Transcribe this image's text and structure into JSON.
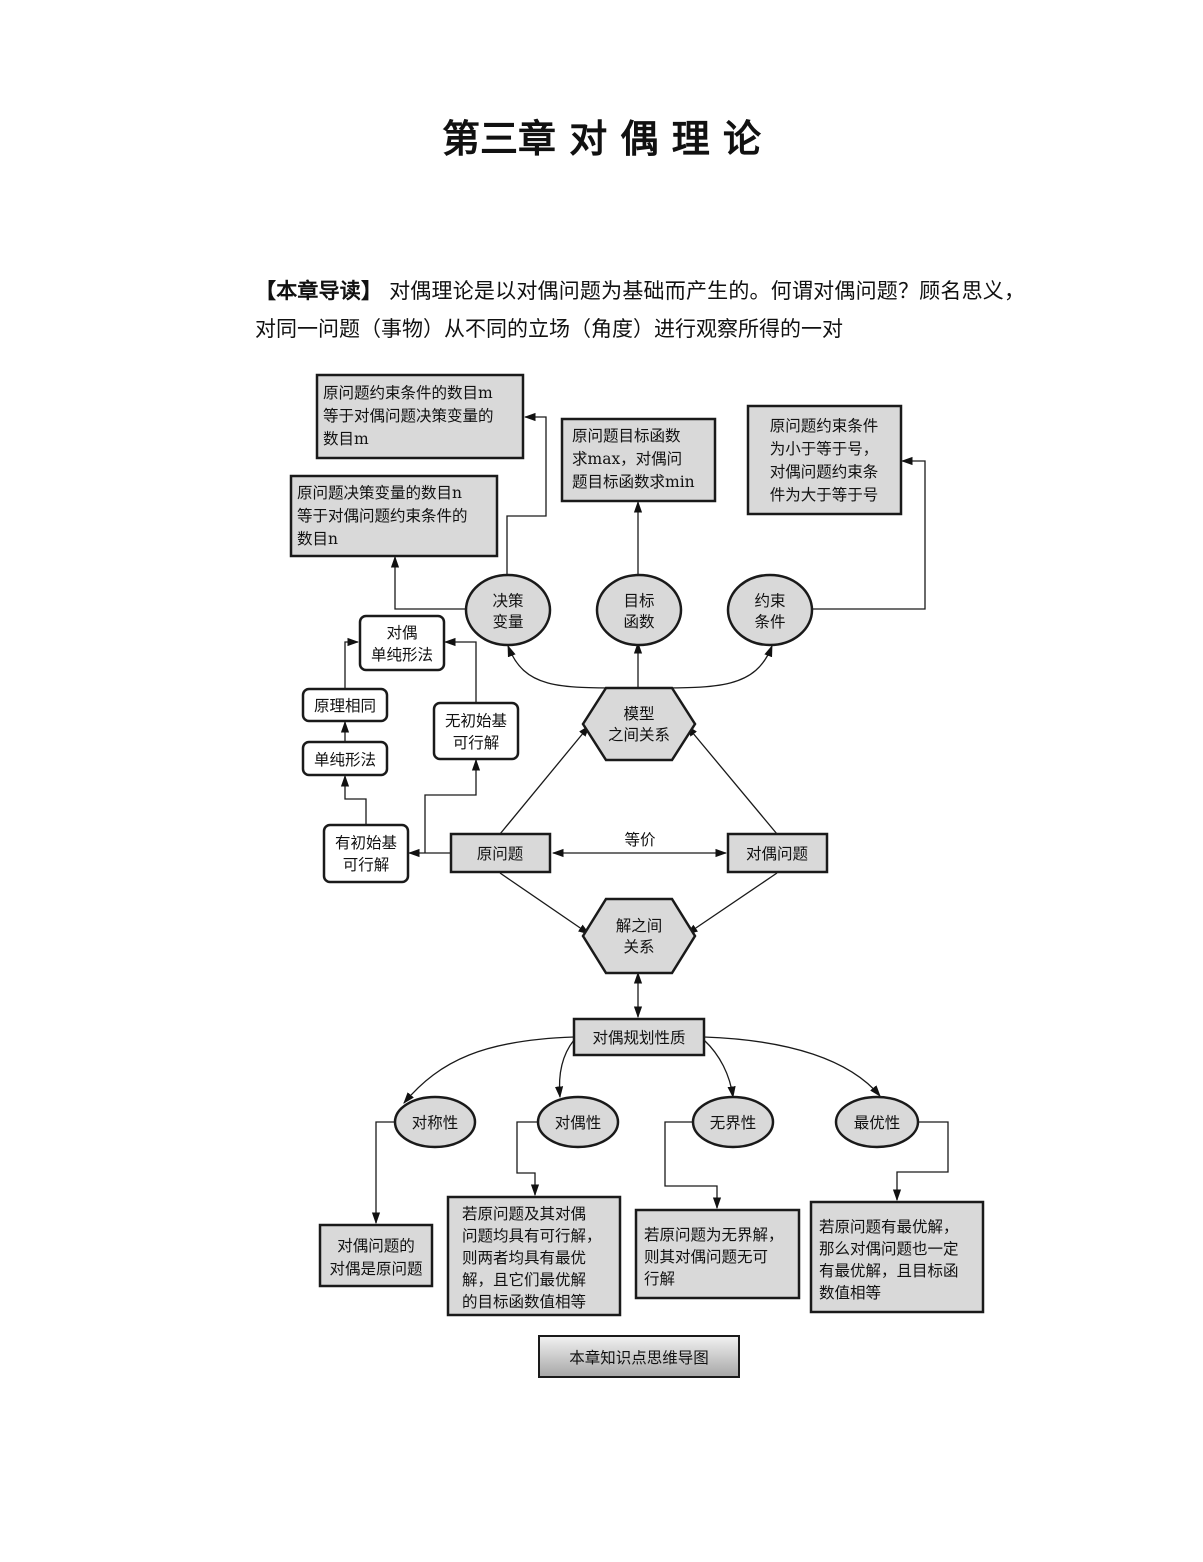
{
  "chapter_title": "第三章    对 偶 理 论",
  "intro": {
    "label": "【本章导读】",
    "text": " 对偶理论是以对偶问题为基础而产生的。何谓对偶问题？顾名思义，对同一问题（事物）从不同的立场（角度）进行观察所得的一对"
  },
  "diagram": {
    "top_left_1": [
      "原问题约束条件的数目m",
      "等于对偶问题决策变量的",
      "数目m"
    ],
    "top_left_2": [
      "原问题决策变量的数目n",
      "等于对偶问题约束条件的",
      "数目n"
    ],
    "top_center": [
      "原问题目标函数",
      "求max，对偶问",
      "题目标函数求min"
    ],
    "top_right": [
      "原问题约束条件",
      "为小于等于号，",
      "对偶问题约束条",
      "件为大于等于号"
    ],
    "ellipse_decision": [
      "决策",
      "变量"
    ],
    "ellipse_objective": [
      "目标",
      "函数"
    ],
    "ellipse_constraint": [
      "约束",
      "条件"
    ],
    "hex_model": [
      "模型",
      "之间关系"
    ],
    "hex_solution": [
      "解之间",
      "关系"
    ],
    "dual_simplex": [
      "对偶",
      "单纯形法"
    ],
    "same_principle": "原理相同",
    "simplex": "单纯形法",
    "no_initial": [
      "无初始基",
      "可行解"
    ],
    "has_initial": [
      "有初始基",
      "可行解"
    ],
    "primal": "原问题",
    "dual": "对偶问题",
    "equivalent": "等价",
    "properties": "对偶规划性质",
    "symmetry": "对称性",
    "duality": "对偶性",
    "unbounded": "无界性",
    "optimality": "最优性",
    "symmetry_desc": [
      "对偶问题的",
      "对偶是原问题"
    ],
    "duality_desc": [
      "若原问题及其对偶",
      "问题均具有可行解，",
      "则两者均具有最优",
      "解，且它们最优解",
      "的目标函数值相等"
    ],
    "unbounded_desc": [
      "若原问题为无界解，",
      "则其对偶问题无可",
      "行解"
    ],
    "optimality_desc": [
      "若原问题有最优解，",
      "那么对偶问题也一定",
      "有最优解，且目标函",
      "数值相等"
    ],
    "caption": "本章知识点思维导图"
  }
}
